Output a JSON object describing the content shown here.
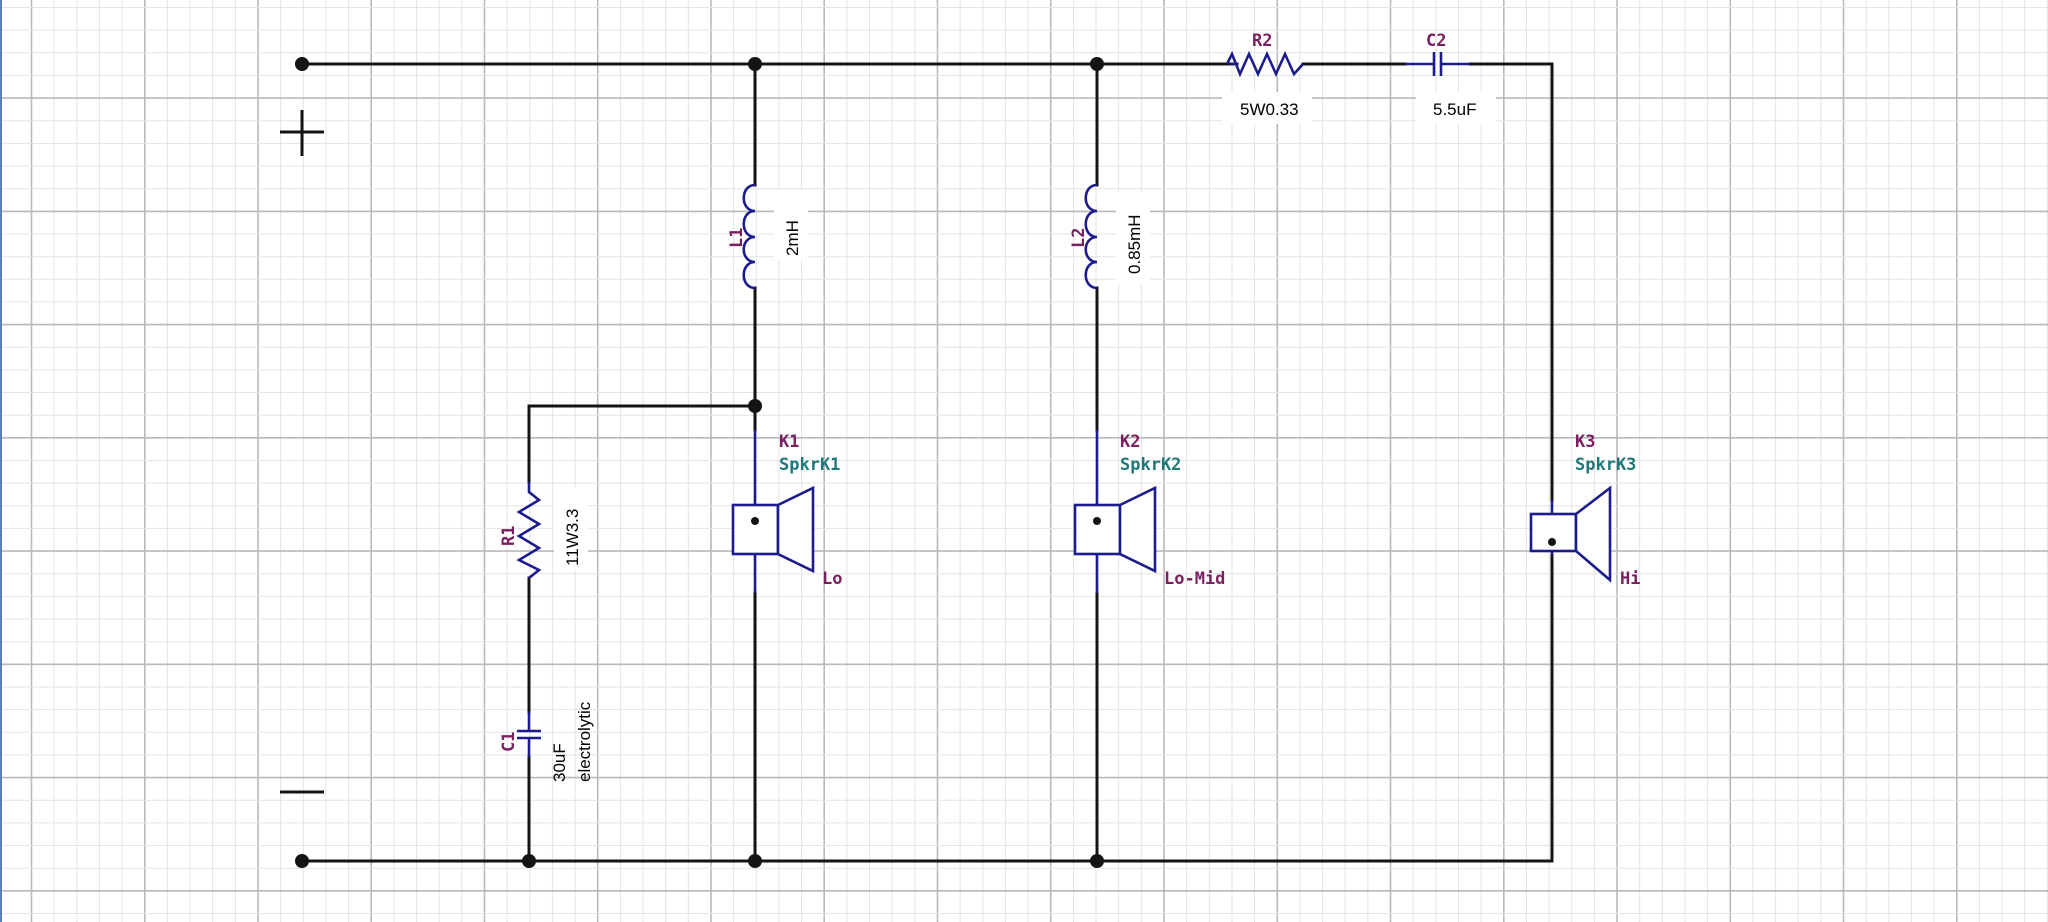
{
  "diagram": {
    "terminals": {
      "plus": "+",
      "minus": "−"
    },
    "components": {
      "R2": {
        "ref": "R2",
        "value": "5W0.33"
      },
      "C2": {
        "ref": "C2",
        "value": "5.5uF"
      },
      "L1": {
        "ref": "L1",
        "value": "2mH"
      },
      "L2": {
        "ref": "L2",
        "value": "0.85mH"
      },
      "R1": {
        "ref": "R1",
        "value": "11W3.3"
      },
      "C1": {
        "ref": "C1",
        "value_line1": "30uF",
        "value_line2": "electrolytic"
      }
    },
    "speakers": [
      {
        "ref": "K1",
        "name": "SpkrK1",
        "label": "Lo"
      },
      {
        "ref": "K2",
        "name": "SpkrK2",
        "label": "Lo-Mid"
      },
      {
        "ref": "K3",
        "name": "SpkrK3",
        "label": "Hi"
      }
    ],
    "colors": {
      "wire": "#141414",
      "component": "#1c1c8c",
      "reference": "#7a2060",
      "part_name": "#1e7878",
      "grid_major": "#b9b9b9",
      "grid_minor": "#e3e3e3"
    }
  }
}
